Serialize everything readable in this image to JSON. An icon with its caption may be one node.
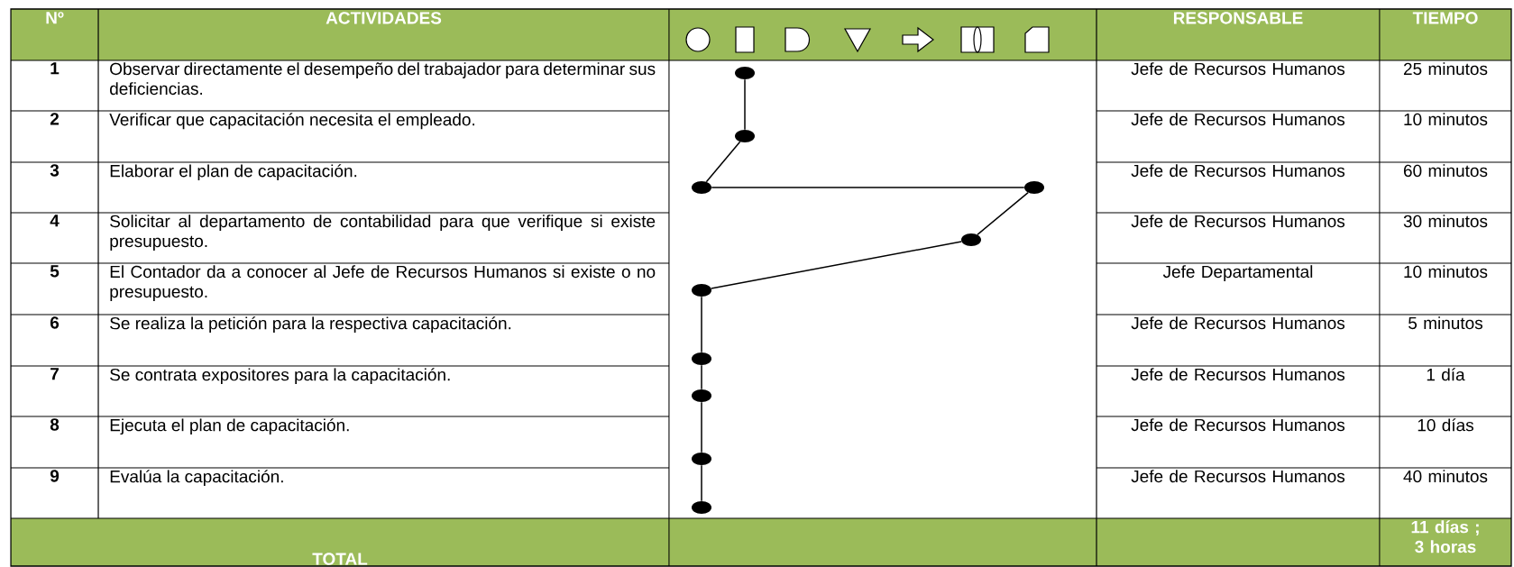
{
  "diagram": {
    "nodes": [
      {
        "text": [],
        "shape": "circle"
      },
      {
        "text": [],
        "shape": "circle"
      },
      {
        "text": [],
        "shape": "circle"
      },
      {
        "text": [],
        "shape": "circle"
      },
      {
        "text": [],
        "shape": "circle"
      },
      {
        "text": [],
        "shape": "circle"
      },
      {
        "text": [],
        "shape": "circle"
      },
      {
        "text": [],
        "shape": "circle"
      },
      {
        "text": [],
        "shape": "circle"
      },
      {
        "text": [],
        "shape": "circle"
      }
    ],
    "edges": [
      {
        "from": 0,
        "to": 1,
        "arrow": "none"
      },
      {
        "from": 1,
        "to": 2,
        "arrow": "none"
      },
      {
        "from": 2,
        "to": 3,
        "arrow": "none"
      },
      {
        "from": 3,
        "to": 4,
        "arrow": "none"
      },
      {
        "from": 4,
        "to": 5,
        "arrow": "none"
      },
      {
        "from": 5,
        "to": 6,
        "arrow": "none"
      },
      {
        "from": 6,
        "to": 7,
        "arrow": "none"
      },
      {
        "from": 7,
        "to": 8,
        "arrow": "none"
      },
      {
        "from": 8,
        "to": 9,
        "arrow": "none"
      }
    ],
    "labels": [
      "Nº",
      "ACTIVIDADES",
      "RESPONSABLE",
      "TIEMPO",
      "1",
      "Observar directamente el desempeño del trabajador para determinar sus deficiencias.",
      "Jefe de Recursos Humanos",
      "25 minutos",
      "2",
      "Verificar que capacitación necesita el empleado.",
      "Jefe de Recursos Humanos",
      "10 minutos",
      "3",
      "Elaborar el plan de capacitación.",
      "Jefe de Recursos Humanos",
      "60 minutos",
      "4",
      "Solicitar al departamento de contabilidad para que verifique si existe presupuesto.",
      "Jefe de Recursos Humanos",
      "30 minutos",
      "5",
      "El Contador da a conocer al Jefe de Recursos Humanos si existe o no presupuesto.",
      "Jefe Departamental",
      "10 minutos",
      "6",
      "Se realiza la petición para la respectiva capacitación.",
      "Jefe de Recursos Humanos",
      "5 minutos",
      "7",
      "Se contrata expositores para la capacitación.",
      "Jefe de Recursos Humanos",
      "1 día",
      "8",
      "Ejecuta el plan de capacitación.",
      "Jefe de Recursos Humanos",
      "10 días",
      "9",
      "Evalúa la capacitación.",
      "Jefe de Recursos Humanos",
      "40 minutos",
      "TOTAL",
      "11 días ; 3 horas"
    ]
  }
}
